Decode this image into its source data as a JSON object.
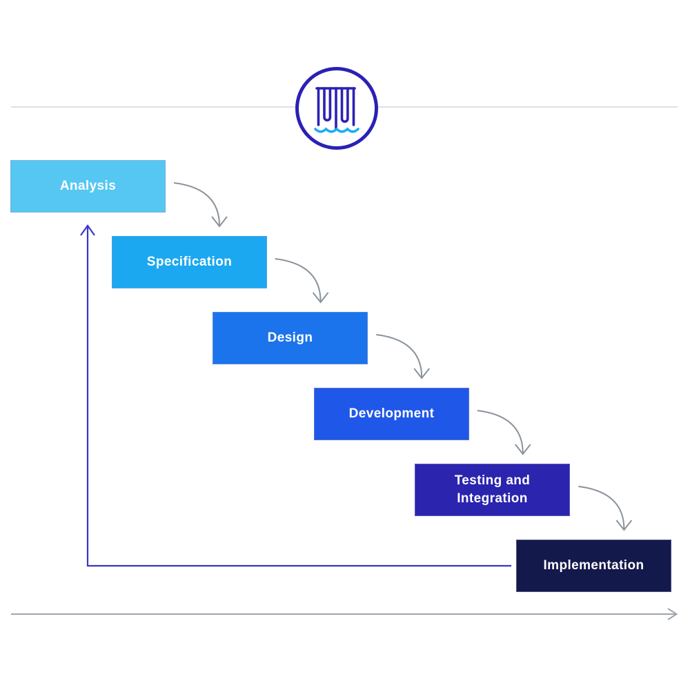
{
  "diagram": {
    "name": "Waterfall model diagram",
    "stages": [
      {
        "label": "Analysis",
        "color": "#55C7F2"
      },
      {
        "label": "Specification",
        "color": "#1BA8F0"
      },
      {
        "label": "Design",
        "color": "#1C74EC"
      },
      {
        "label": "Development",
        "color": "#1F57E9"
      },
      {
        "label": "Testing and Integration",
        "color": "#2A24AE"
      },
      {
        "label": "Implementation",
        "color": "#13194B"
      }
    ]
  },
  "colors": {
    "stage_text": "#FFFFFF",
    "flow_arrow": "#8A939B",
    "axis_line": "#3A35C2",
    "top_divider": "#D5D5D5",
    "bottom_axis": "#9CA5AE",
    "logo_outline": "#2B21B4",
    "logo_water": "#19AEF2"
  }
}
